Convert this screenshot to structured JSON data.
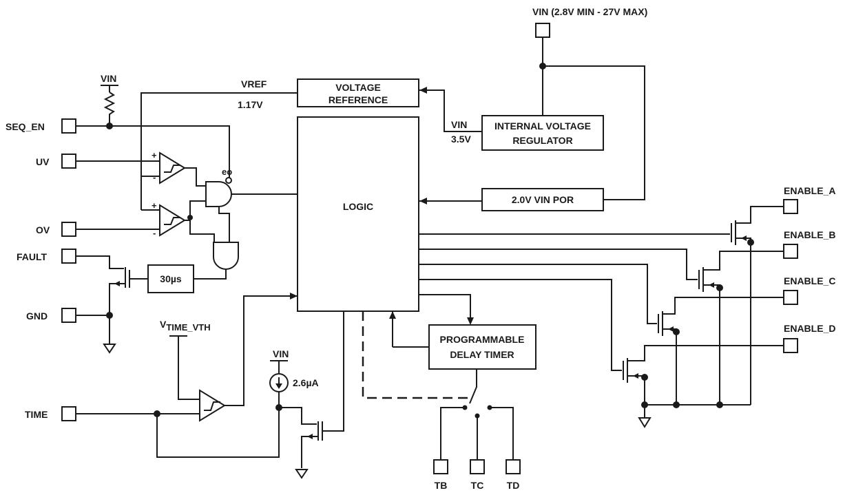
{
  "pins": {
    "vin_supply": "VIN (2.8V MIN - 27V MAX)",
    "seq_en": "SEQ_EN",
    "uv": "UV",
    "ov": "OV",
    "fault": "FAULT",
    "gnd": "GND",
    "time": "TIME",
    "enable_a": "ENABLE_A",
    "enable_b": "ENABLE_B",
    "enable_c": "ENABLE_C",
    "enable_d": "ENABLE_D",
    "tb": "TB",
    "tc": "TC",
    "td": "TD"
  },
  "blocks": {
    "voltage_reference": [
      "VOLTAGE",
      "REFERENCE"
    ],
    "internal_regulator": [
      "INTERNAL VOLTAGE",
      "REGULATOR"
    ],
    "vin_por": "2.0V VIN POR",
    "logic": "LOGIC",
    "delay_timer": [
      "PROGRAMMABLE",
      "DELAY TIMER"
    ],
    "deglitch": "30µs"
  },
  "labels": {
    "vin_pullup": "VIN",
    "vref": "VREF",
    "vref_value": "1.17V",
    "vin_internal": "VIN",
    "vin_internal_value": "3.5V",
    "vtime_prefix": "V",
    "vtime_sub": "TIME_VTH",
    "vin_current": "VIN",
    "current_value": "2.6µA",
    "eo": "eo",
    "plus": "+",
    "minus": "-"
  }
}
